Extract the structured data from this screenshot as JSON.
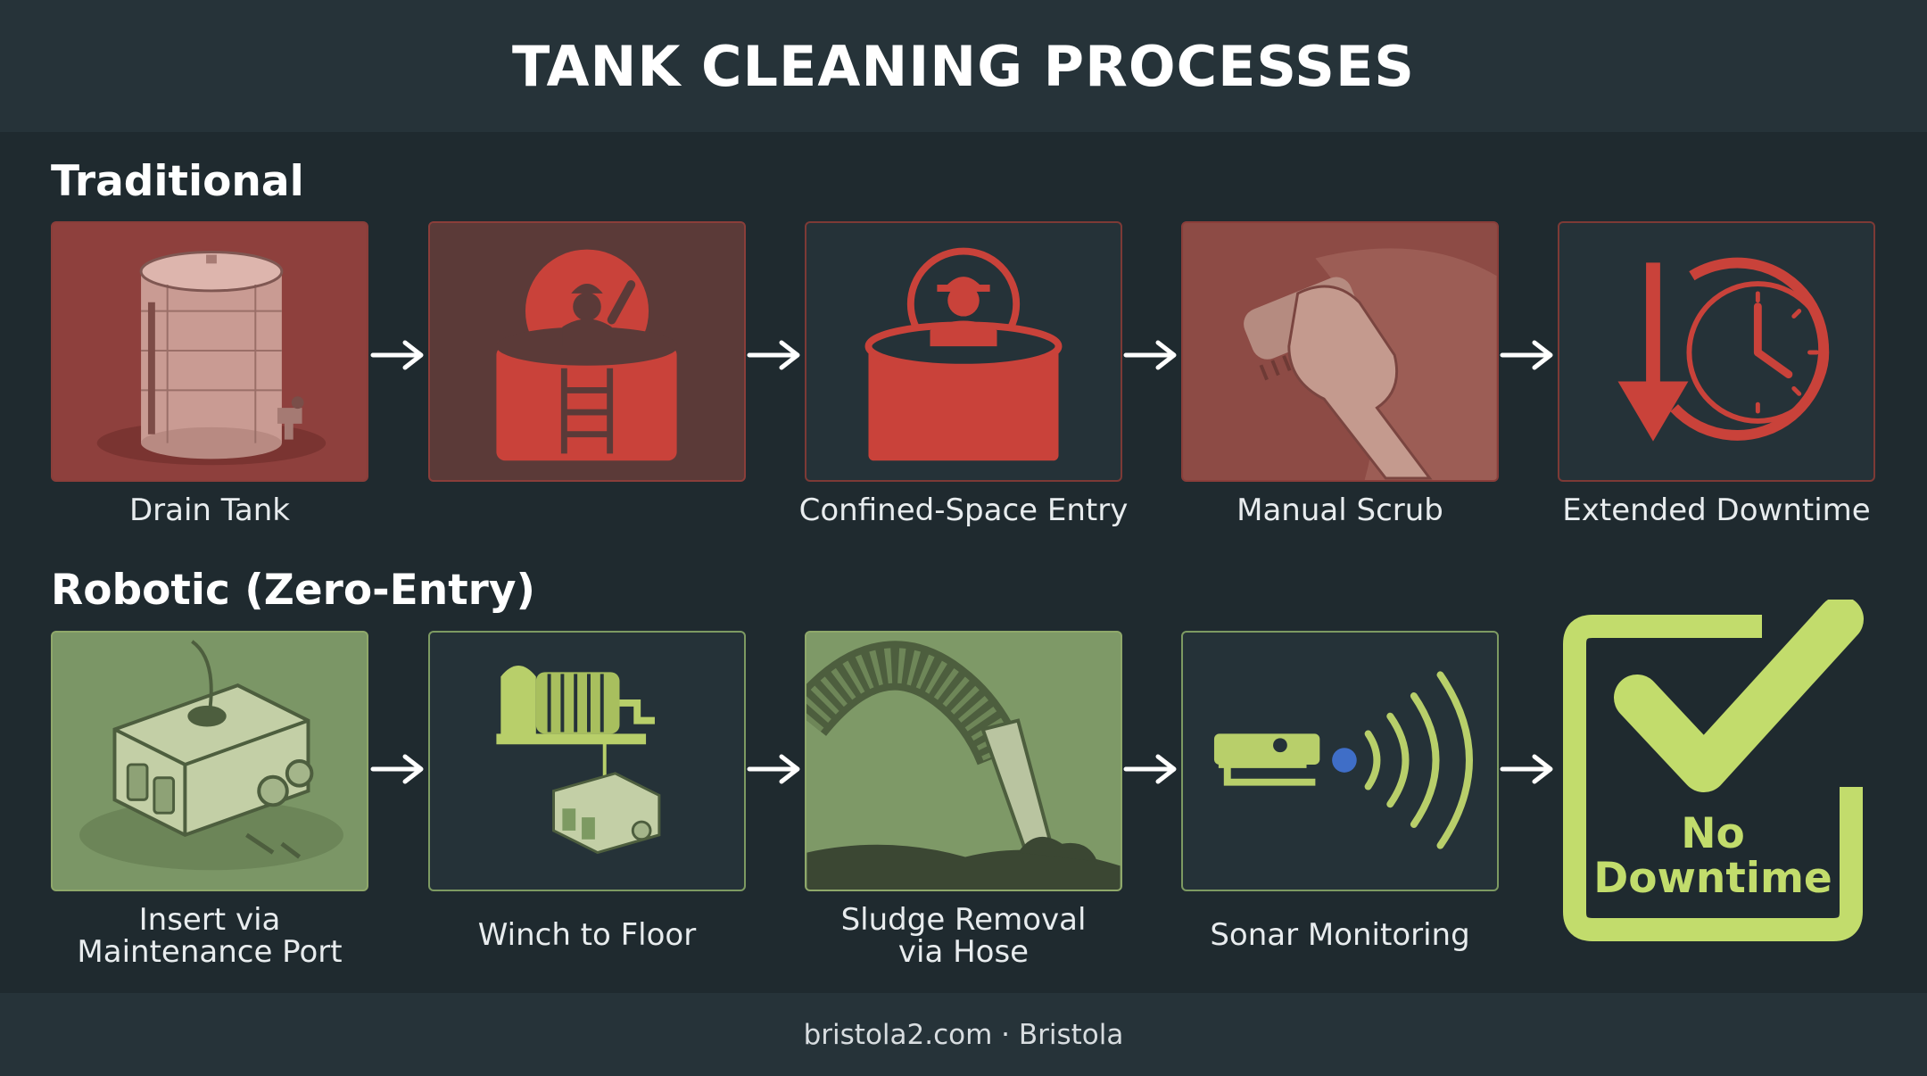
{
  "title": "TANK CLEANING PROCESSES",
  "colors": {
    "traditional_accent": "#c9423a",
    "robotic_accent": "#c2dc6c",
    "background": "#1f2a2f"
  },
  "traditional": {
    "heading": "Traditional",
    "steps": [
      {
        "label": "Drain Tank",
        "icon": "storage-tank-icon"
      },
      {
        "label": "",
        "icon": "worker-entering-tank-icon"
      },
      {
        "label": "Confined-Space Entry",
        "icon": "worker-in-tank-icon"
      },
      {
        "label": "Manual Scrub",
        "icon": "scrub-brush-hand-icon"
      },
      {
        "label": "Extended Downtime",
        "icon": "clock-down-arrow-icon"
      }
    ]
  },
  "robotic": {
    "heading": "Robotic (Zero-Entry)",
    "steps": [
      {
        "label_line1": "Insert via",
        "label_line2": "Maintenance Port",
        "icon": "robot-crawler-icon"
      },
      {
        "label": "Winch to Floor",
        "icon": "winch-icon"
      },
      {
        "label_line1": "Sludge Removal",
        "label_line2": "via Hose",
        "icon": "hose-icon"
      },
      {
        "label": "Sonar Monitoring",
        "icon": "sonar-icon"
      }
    ],
    "final": {
      "line1": "No",
      "line2": "Downtime",
      "icon": "checkmark-icon"
    }
  },
  "footer": "bristola2.com · Bristola"
}
